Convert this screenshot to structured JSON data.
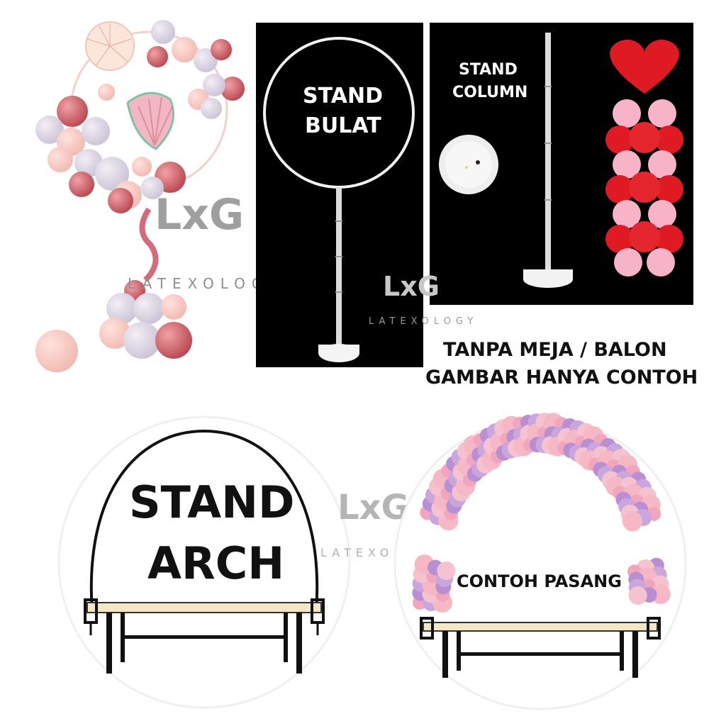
{
  "labels": {
    "stand_bulat_line1": "STAND",
    "stand_bulat_line2": "BULAT",
    "stand_column_line1": "STAND",
    "stand_column_line2": "COLUMN",
    "notice_line1": "TANPA MEJA / BALON",
    "notice_line2": "GAMBAR HANYA CONTOH",
    "stand_arch_line1": "STAND",
    "stand_arch_line2": "ARCH",
    "contoh_pasang": "CONTOH PASANG"
  },
  "watermark": {
    "logo": "LxG",
    "text": "LATEXOLOGY"
  },
  "colors": {
    "panel_bg": "#000000",
    "stand_white": "#f2f2f2",
    "balloon_red": "#e01a22",
    "balloon_pink": "#f7b3c8",
    "balloon_rose": "#c8555e",
    "balloon_lilac": "#c9a7dc",
    "table_top": "#f4e7c5"
  },
  "icons": [
    "balloon-garland-image",
    "round-stand-image",
    "column-stand-image",
    "arch-stand-image",
    "arch-with-balloons-image"
  ]
}
